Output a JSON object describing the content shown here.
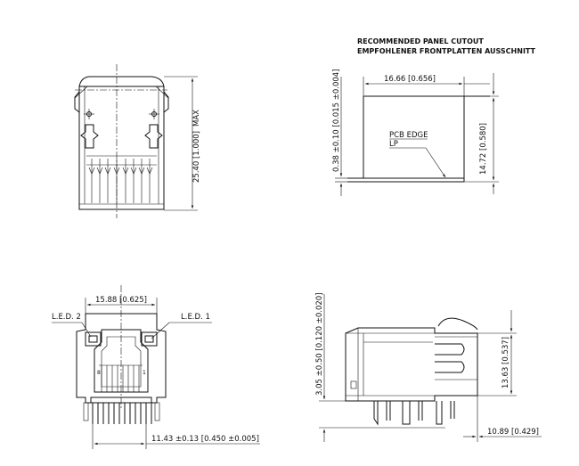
{
  "cutout": {
    "title_en": "RECOMMENDED PANEL CUTOUT",
    "title_de": "EMPFOHLENER FRONTPLATTEN AUSSCHNITT",
    "width": "16.66 [0.656]",
    "height": "14.72 [0.580]",
    "offset": "0.38 ±0.10 [0.015 ±0.004]",
    "pcb_edge": "PCB EDGE",
    "lp": "LP"
  },
  "side_view_top": {
    "height": "25.40 [1.000]",
    "max": "MAX"
  },
  "front_view": {
    "width": "15.88 [0.625]",
    "led1": "L.E.D. 1",
    "led2": "L.E.D. 2",
    "pin_offset": "11.43 ±0.13 [0.450 ±0.005]",
    "pin_label_8": "8",
    "pin_label_1": "1"
  },
  "side_view_bottom": {
    "height": "13.63 [0.537]",
    "standoff": "3.05 ±0.50 [0.120 ±0.020]",
    "depth": "10.89 [0.429]"
  }
}
